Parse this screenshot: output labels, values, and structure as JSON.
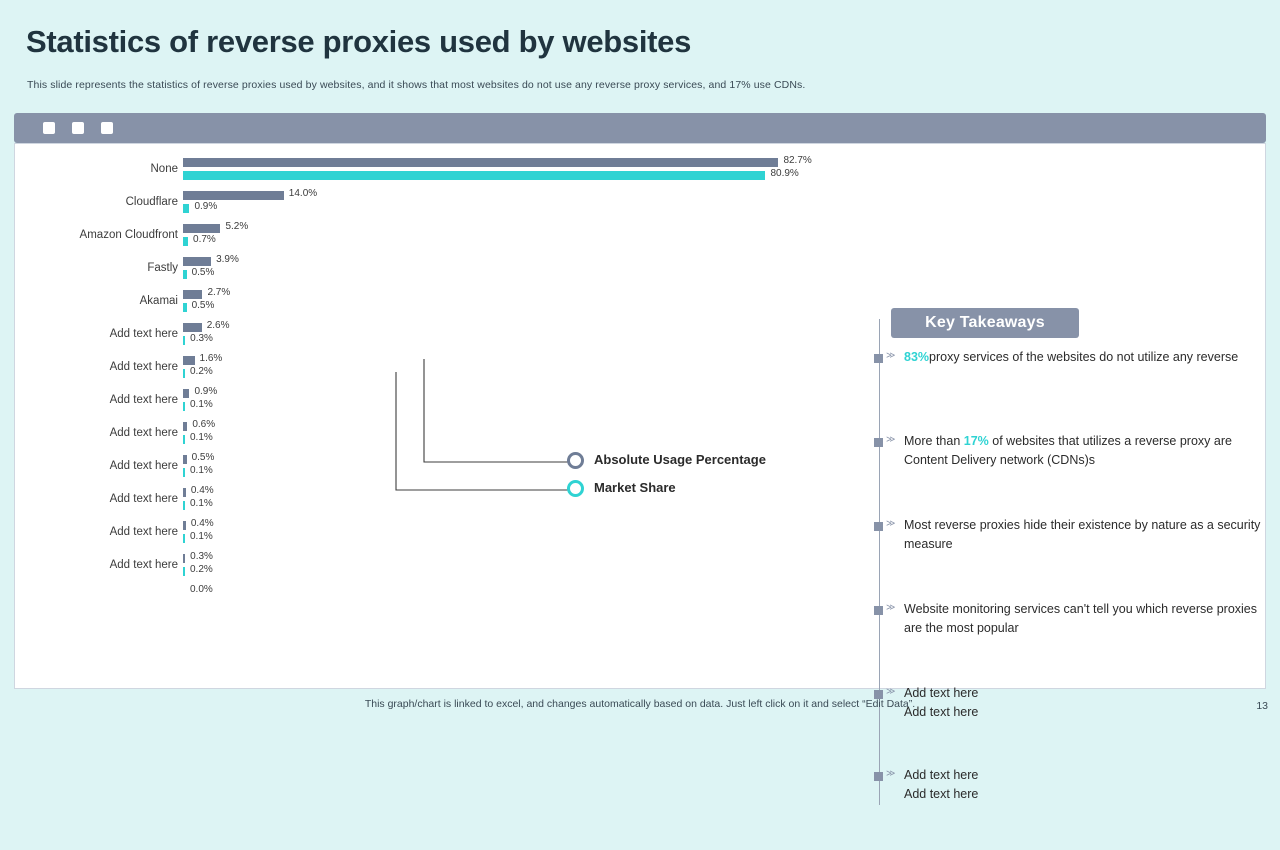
{
  "slide": {
    "title": "Statistics of reverse proxies used by websites",
    "subtitle": "This slide represents the statistics of reverse proxies used by websites, and it shows that most websites do not use any reverse proxy services, and 17% use CDNs.",
    "footer_note": "This graph/chart is linked to excel, and changes automatically based on data. Just left click on it and select “Edit Data”.",
    "page_number": "13"
  },
  "window": {
    "dot1": "window-dot",
    "dot2": "window-dot",
    "dot3": "window-dot"
  },
  "chart_data": {
    "type": "bar",
    "orientation": "horizontal",
    "title": "",
    "xlabel": "",
    "ylabel": "",
    "grid": false,
    "legend_position": "center",
    "xlim": [
      0,
      100
    ],
    "categories": [
      "None",
      "Cloudflare",
      "Amazon Cloudfront",
      "Fastly",
      "Akamai",
      "Add text here",
      "Add text here",
      "Add text here",
      "Add text here",
      "Add text here",
      "Add text here",
      "Add text here",
      "Add text here"
    ],
    "series": [
      {
        "name": "Absolute Usage Percentage",
        "color": "#6f7d96",
        "values": [
          82.7,
          14.0,
          5.2,
          3.9,
          2.7,
          2.6,
          1.6,
          0.9,
          0.6,
          0.5,
          0.4,
          0.4,
          0.3
        ],
        "labels": [
          "82.7%",
          "14.0%",
          "5.2%",
          "3.9%",
          "2.7%",
          "2.6%",
          "1.6%",
          "0.9%",
          "0.6%",
          "0.5%",
          "0.4%",
          "0.4%",
          "0.3%"
        ]
      },
      {
        "name": "Market Share",
        "color": "#2fd3d3",
        "values": [
          80.9,
          0.9,
          0.7,
          0.5,
          0.5,
          0.3,
          0.2,
          0.1,
          0.1,
          0.1,
          0.1,
          0.1,
          0.2
        ],
        "labels": [
          "80.9%",
          "0.9%",
          "0.7%",
          "0.5%",
          "0.5%",
          "0.3%",
          "0.2%",
          "0.1%",
          "0.1%",
          "0.1%",
          "0.1%",
          "0.1%",
          "0.2%"
        ]
      }
    ],
    "extra_row": {
      "label": "0.0%",
      "value": 0.0
    }
  },
  "key_takeaways": {
    "heading": "Key Takeaways",
    "items": [
      {
        "highlight": "83%",
        "text": "proxy services of the websites do not utilize any reverse",
        "line2": ""
      },
      {
        "pre": "More than ",
        "highlight": "17%",
        "text": " of websites that utilizes a reverse proxy are Content Delivery network (CDNs)s",
        "line2": ""
      },
      {
        "pre": "",
        "highlight": "",
        "text": "Most reverse proxies hide their existence by nature as a security measure",
        "line2": ""
      },
      {
        "pre": "",
        "highlight": "",
        "text": "Website monitoring services can't tell you which reverse proxies are the most popular",
        "line2": ""
      },
      {
        "pre": "",
        "highlight": "",
        "text": "Add text here",
        "line2": "Add text here"
      },
      {
        "pre": "",
        "highlight": "",
        "text": "Add text here",
        "line2": "Add text here"
      }
    ]
  }
}
